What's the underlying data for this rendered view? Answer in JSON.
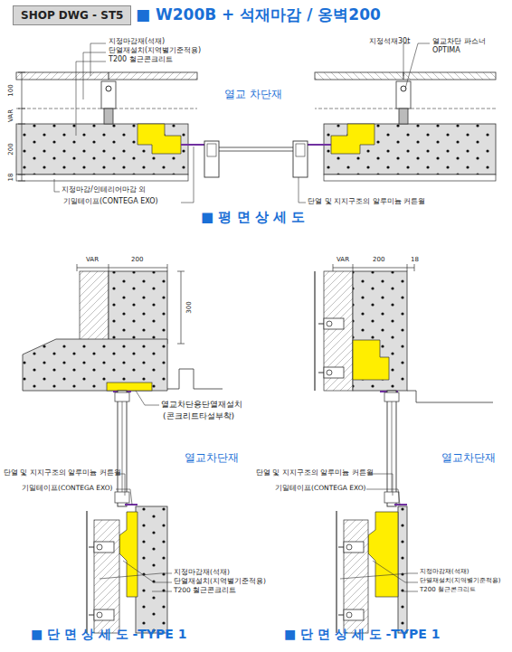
{
  "diagram": {
    "title": "■ W200B + 석재마감 / 옹벽200",
    "nodes": [
      {
        "text": [
          "SHOP DWG - ST5"
        ]
      }
    ],
    "labels": [
      "지정마감재(석재)",
      "단열재설치(지역별기준적용)",
      "T200 철근콘크리트",
      "100",
      "VAR",
      "200",
      "18",
      "지정석재30t",
      "열교차단 파스너",
      "OPTIMA",
      "열교 차단재",
      "지정마감/인테리어마감 외",
      "기밀테이프(CONTEGA EXO)",
      "단열 및 지지구조의 알루미늄 커튼월",
      "■ 평 면 상 세 도",
      "VAR",
      "200",
      "300",
      "열교차단용단열재설치",
      "(콘크리트타설부착)",
      "열교차단재",
      "단열 및 지지구조의 알루미늄 커튼월",
      "기밀테이프(CONTEGA EXO)",
      "지정마감재(석재)",
      "단열재설치(지역별기준적용)",
      "T200 철근콘크리트",
      "■ 단 면 상 세 도 -TYPE 1",
      "VAR",
      "200",
      "18",
      "열교차단재",
      "단열 및 지지구조의 알루미늄 커튼월",
      "기밀테이프(CONTEGA EXO)",
      "지정마감재(석재)",
      "단열재설치(지역별기준적용)",
      "T200 철근콘크리트",
      "■ 단 면 상 세 도 -TYPE 1"
    ]
  }
}
